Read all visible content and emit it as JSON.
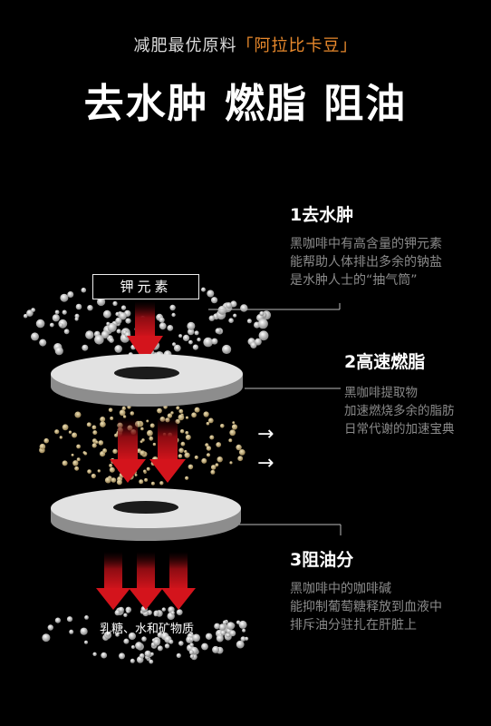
{
  "header": {
    "subtitle_prefix": "减肥最优原料",
    "subtitle_highlight": "「阿拉比卡豆」",
    "headline": "去水肿 燃脂 阻油"
  },
  "diagram": {
    "top_tag": "钾元素",
    "bottom_label": "乳糖、水和矿物质",
    "right_arrow": "→"
  },
  "sections": [
    {
      "title": "1去水肿",
      "lines": [
        "黑咖啡中有高含量的钾元素",
        "能帮助人体排出多余的钠盐",
        "是水肿人士的“抽气筒”"
      ]
    },
    {
      "title": "2高速燃脂",
      "lines": [
        "黑咖啡提取物",
        "加速燃烧多余的脂肪",
        "日常代谢的加速宝典"
      ]
    },
    {
      "title": "3阻油分",
      "lines": [
        "黑咖啡中的咖啡碱",
        "能抑制葡萄糖释放到血液中",
        "排斥油分驻扎在肝脏上"
      ]
    }
  ],
  "colors": {
    "highlight": "#e8892c",
    "arrow_red": "#c0131a",
    "disc": "#dcdcdc",
    "particle_gold": "#c9b07a"
  }
}
